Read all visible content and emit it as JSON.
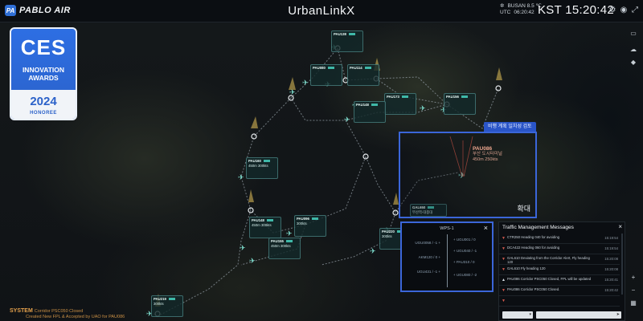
{
  "header": {
    "logo_mark": "PA",
    "logo": "PABLO AIR",
    "title": "UrbanLinkX",
    "weather": "BUSAN 8.5 ℃",
    "utc_label": "UTC",
    "utc_time": "06:20:42",
    "kst_clock": "KST 15:20:42"
  },
  "ces": {
    "logo": "CES",
    "line1": "INNOVATION",
    "line2": "AWARDS",
    "year": "2024",
    "honoree": "HONOREE"
  },
  "flights": [
    {
      "cs": "PAU138",
      "l2": "",
      "l3": ""
    },
    {
      "cs": "PAU080",
      "l2": "",
      "l3": ""
    },
    {
      "cs": "PAU114",
      "l2": "",
      "l3": ""
    },
    {
      "cs": "PAU173",
      "l2": "",
      "l3": ""
    },
    {
      "cs": "PAU148",
      "l2": "",
      "l3": ""
    },
    {
      "cs": "PAU156",
      "l2": "",
      "l3": ""
    },
    {
      "cs": "PAU160",
      "l2": "",
      "l3": "450m 300kts"
    },
    {
      "cs": "PAU148",
      "l2": "",
      "l3": "450m 300kts"
    },
    {
      "cs": "PAU096",
      "l2": "",
      "l3": "300kts"
    },
    {
      "cs": "PAU155",
      "l2": "",
      "l3": "450m 300kts"
    },
    {
      "cs": "PAU220",
      "l2": "",
      "l3": "300kts"
    },
    {
      "cs": "PAU219",
      "l2": "",
      "l3": "300kts"
    }
  ],
  "gal650": {
    "cs": "GAL650",
    "route": "부산역-대종대"
  },
  "zoom": {
    "header": "비행 계획 일치성 검토",
    "label": "확대",
    "focus": {
      "cs": "PAU086",
      "l2": "부산 도시터미널",
      "l3": "450m 250kts"
    }
  },
  "wps": {
    "title": "WPS-1",
    "left": [
      "UGU0058 / -1 +",
      "AKM120 / 0 +",
      "UGU431 / -1 +"
    ],
    "right": [
      "+ UGU001 / 0",
      "+ UGU040 / -1",
      "+ PAU310 / 0",
      "+ UGU080 / -2"
    ]
  },
  "tmm": {
    "title": "Traffic Management Messages",
    "rows": [
      {
        "msg": "CTR250   Heading 040 for avoiding",
        "time": "15:19:54"
      },
      {
        "msg": "DCA422   Heading 060 for avoiding",
        "time": "15:19:54"
      },
      {
        "msg": "GAL610   Deviating from the Corridor Alert, Fly heading 120",
        "time": "15:20:08"
      },
      {
        "msg": "GAL610   Fly heading 120",
        "time": "15:20:08"
      },
      {
        "msg": "PAU086   Corridor PSC050 Closed, FPL will be updated",
        "time": "15:20:41"
      },
      {
        "msg": "PAU086   Corridor PSC050 Closed.",
        "time": "15:20:42"
      },
      {
        "msg": "",
        "time": ""
      }
    ]
  },
  "system": {
    "label": "SYSTEM",
    "lines": [
      "Corridor PSC050 Closed",
      "Created New FPL & Accepted by UAO for PAU086"
    ]
  }
}
